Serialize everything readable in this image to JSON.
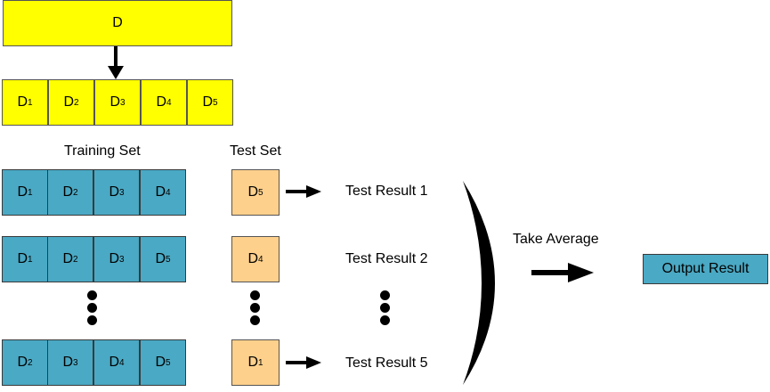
{
  "dataset": {
    "label": "D"
  },
  "folds": [
    {
      "letter": "D",
      "sub": "1"
    },
    {
      "letter": "D",
      "sub": "2"
    },
    {
      "letter": "D",
      "sub": "3"
    },
    {
      "letter": "D",
      "sub": "4"
    },
    {
      "letter": "D",
      "sub": "5"
    }
  ],
  "headers": {
    "training": "Training Set",
    "test": "Test Set"
  },
  "rows": [
    {
      "train": [
        {
          "letter": "D",
          "sub": "1"
        },
        {
          "letter": "D",
          "sub": "2"
        },
        {
          "letter": "D",
          "sub": "3"
        },
        {
          "letter": "D",
          "sub": "4"
        }
      ],
      "test": {
        "letter": "D",
        "sub": "5"
      },
      "result": "Test Result 1"
    },
    {
      "train": [
        {
          "letter": "D",
          "sub": "1"
        },
        {
          "letter": "D",
          "sub": "2"
        },
        {
          "letter": "D",
          "sub": "3"
        },
        {
          "letter": "D",
          "sub": "5"
        }
      ],
      "test": {
        "letter": "D",
        "sub": "4"
      },
      "result": "Test Result 2"
    },
    {
      "train": [
        {
          "letter": "D",
          "sub": "2"
        },
        {
          "letter": "D",
          "sub": "3"
        },
        {
          "letter": "D",
          "sub": "4"
        },
        {
          "letter": "D",
          "sub": "5"
        }
      ],
      "test": {
        "letter": "D",
        "sub": "1"
      },
      "result": "Test Result 5"
    }
  ],
  "average": {
    "label": "Take Average"
  },
  "output": {
    "label": "Output Result"
  },
  "colors": {
    "dataset": "#ffff00",
    "train": "#4aa9c4",
    "test": "#fdd08c",
    "output": "#4aa9c4"
  }
}
